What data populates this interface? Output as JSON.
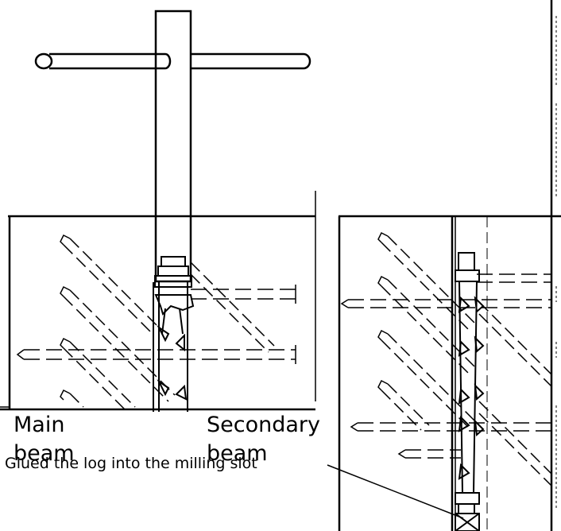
{
  "labels": {
    "main_beam_line1": "Main",
    "main_beam_line2": "beam",
    "secondary_beam_line1": "Secondary",
    "secondary_beam_line2": "beam",
    "glued_note": "Glued the log into the milling slot"
  },
  "colors": {
    "line": "#000000",
    "background": "#ffffff"
  }
}
